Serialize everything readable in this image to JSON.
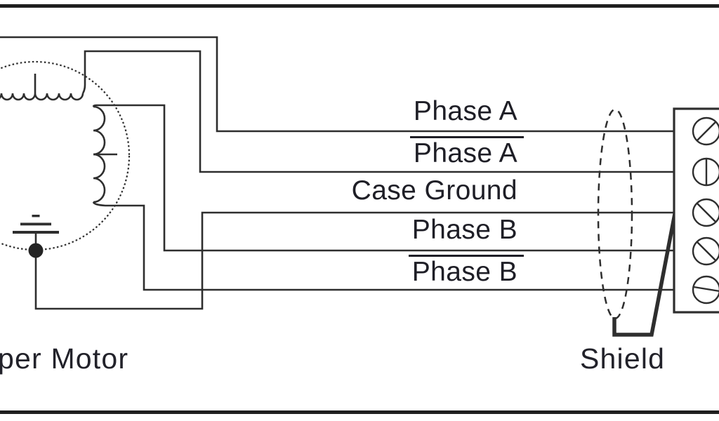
{
  "diagram": {
    "type": "wiring-diagram",
    "motor_label": "per Motor",
    "shield_label": "Shield",
    "wire_labels": [
      {
        "text": "Phase A",
        "overline": false
      },
      {
        "text": "Phase A",
        "overline": true
      },
      {
        "text": "Case Ground",
        "overline": false
      },
      {
        "text": "Phase B",
        "overline": false
      },
      {
        "text": "Phase B",
        "overline": true
      }
    ],
    "terminal_block": {
      "terminal_count": 5,
      "screw_slot_angles_deg": [
        45,
        90,
        135,
        135,
        170
      ]
    },
    "colors": {
      "line": "#2e2e2e",
      "text": "#1e1e26",
      "background": "#ffffff"
    }
  }
}
